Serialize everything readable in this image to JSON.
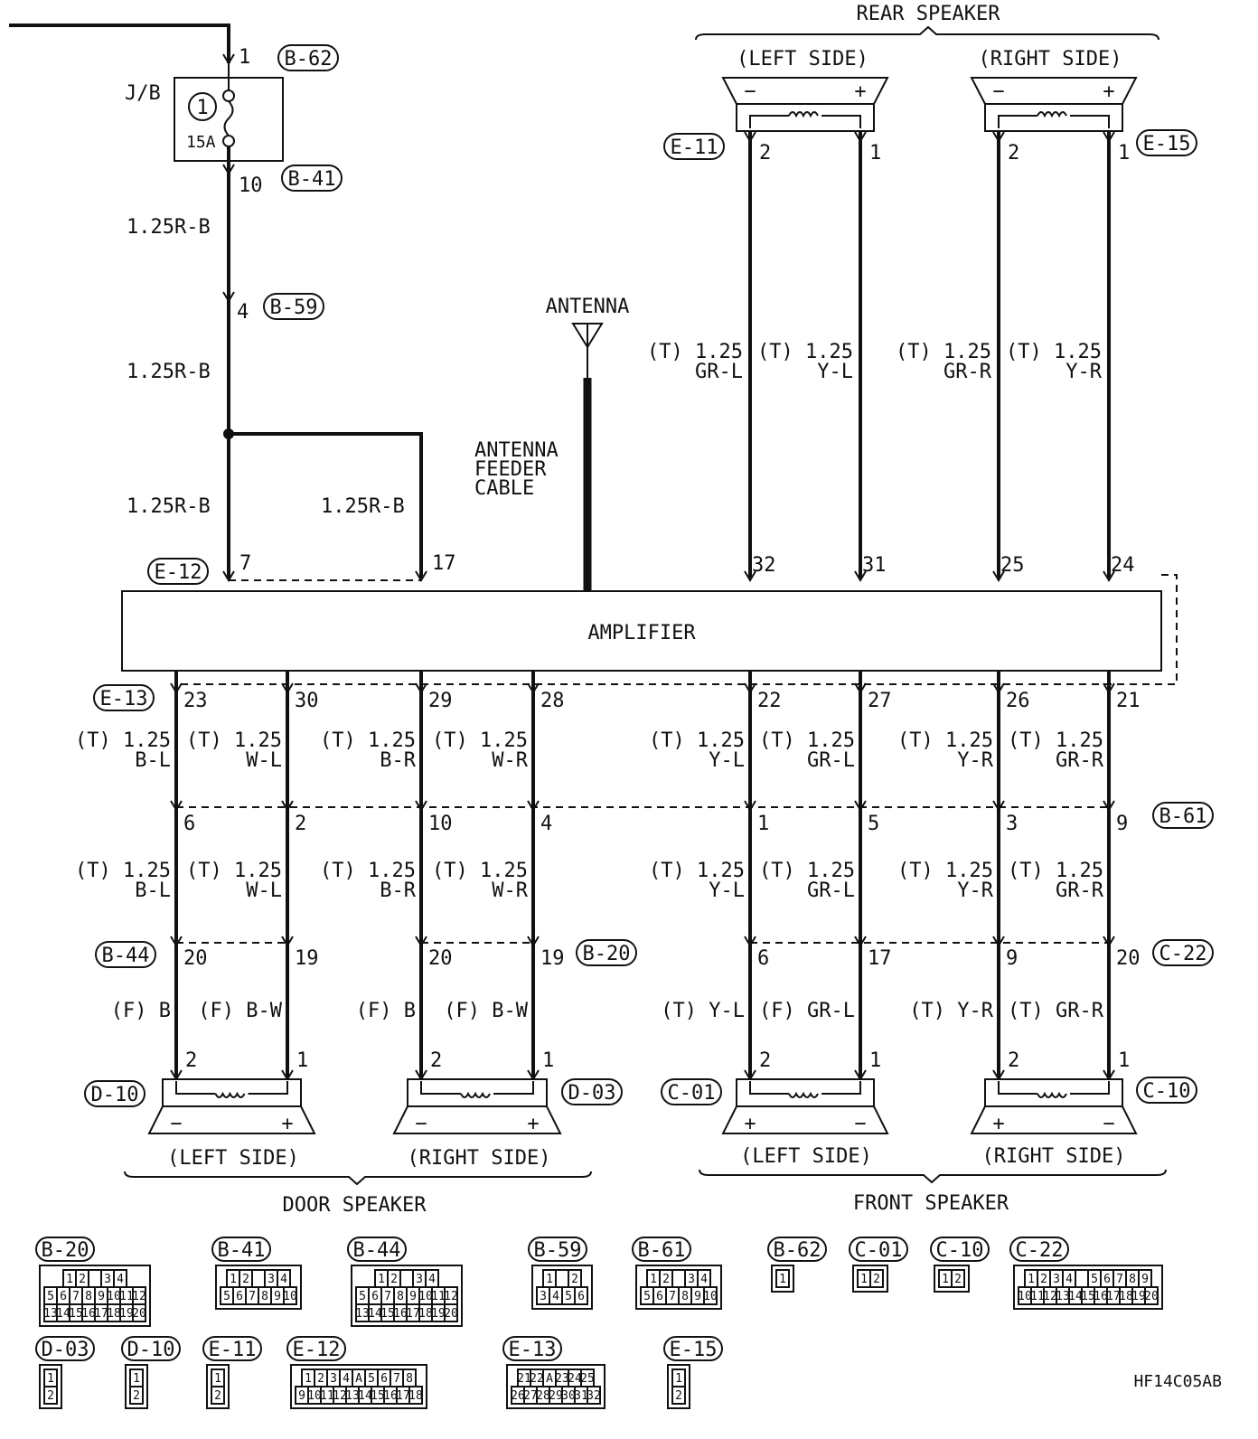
{
  "title_rear": "REAR SPEAKER",
  "title_door": "DOOR SPEAKER",
  "title_front": "FRONT SPEAKER",
  "side_left": "(LEFT SIDE)",
  "side_right": "(RIGHT SIDE)",
  "jb_label": "J/B",
  "fuse_num": "1",
  "fuse_rating": "15A",
  "antenna": "ANTENNA",
  "antenna_feeder": [
    "ANTENNA",
    "FEEDER",
    "CABLE"
  ],
  "amplifier": "AMPLIFIER",
  "wire_r_b": "1.25R-B",
  "code": "HF14C05AB",
  "minus": "−",
  "plus": "+",
  "power_pins": {
    "b62": "1",
    "b41": "10",
    "b59": "4",
    "e12_a": "7",
    "e12_b": "17"
  },
  "connector_tags": {
    "b62": "B-62",
    "b41": "B-41",
    "b59": "B-59",
    "e12": "E-12",
    "e13": "E-13",
    "e11": "E-11",
    "e15": "E-15",
    "b61": "B-61",
    "b44": "B-44",
    "b20": "B-20",
    "c22": "C-22",
    "d10": "D-10",
    "d03": "D-03",
    "c01": "C-01",
    "c10": "C-10"
  },
  "rear_wires": [
    {
      "spk": "2",
      "amp": "32",
      "t": "(T) 1.25",
      "c": "GR-L"
    },
    {
      "spk": "1",
      "amp": "31",
      "t": "(T) 1.25",
      "c": "Y-L"
    },
    {
      "spk": "2",
      "amp": "25",
      "t": "(T) 1.25",
      "c": "GR-R"
    },
    {
      "spk": "1",
      "amp": "24",
      "t": "(T) 1.25",
      "c": "Y-R"
    }
  ],
  "lower_wires": [
    {
      "amp": "23",
      "b61": "6",
      "mid": "20",
      "spk": "2",
      "t1": "(T) 1.25",
      "c1": "B-L",
      "t2": "(T) 1.25",
      "c2": "B-L",
      "b": "(F) B"
    },
    {
      "amp": "30",
      "b61": "2",
      "mid": "19",
      "spk": "1",
      "t1": "(T) 1.25",
      "c1": "W-L",
      "t2": "(T) 1.25",
      "c2": "W-L",
      "b": "(F) B-W"
    },
    {
      "amp": "29",
      "b61": "10",
      "mid": "20",
      "spk": "2",
      "t1": "(T) 1.25",
      "c1": "B-R",
      "t2": "(T) 1.25",
      "c2": "B-R",
      "b": "(F) B"
    },
    {
      "amp": "28",
      "b61": "4",
      "mid": "19",
      "spk": "1",
      "t1": "(T) 1.25",
      "c1": "W-R",
      "t2": "(T) 1.25",
      "c2": "W-R",
      "b": "(F) B-W"
    },
    {
      "amp": "22",
      "b61": "1",
      "mid": "6",
      "spk": "2",
      "t1": "(T) 1.25",
      "c1": "Y-L",
      "t2": "(T) 1.25",
      "c2": "Y-L",
      "b": "(T) Y-L"
    },
    {
      "amp": "27",
      "b61": "5",
      "mid": "17",
      "spk": "1",
      "t1": "(T) 1.25",
      "c1": "GR-L",
      "t2": "(T) 1.25",
      "c2": "GR-L",
      "b": "(F) GR-L"
    },
    {
      "amp": "26",
      "b61": "3",
      "mid": "9",
      "spk": "2",
      "t1": "(T) 1.25",
      "c1": "Y-R",
      "t2": "(T) 1.25",
      "c2": "Y-R",
      "b": "(T) Y-R"
    },
    {
      "amp": "21",
      "b61": "9",
      "mid": "20",
      "spk": "1",
      "t1": "(T) 1.25",
      "c1": "GR-R",
      "t2": "(T) 1.25",
      "c2": "GR-R",
      "b": "(T) GR-R"
    }
  ],
  "legend": [
    {
      "name": "B-20",
      "rows": [
        [
          "1",
          "2",
          "",
          "3",
          "4"
        ],
        [
          "5",
          "6",
          "7",
          "8",
          "9",
          "10",
          "11",
          "12"
        ],
        [
          "13",
          "14",
          "15",
          "16",
          "17",
          "18",
          "19",
          "20"
        ]
      ]
    },
    {
      "name": "B-41",
      "rows": [
        [
          "1",
          "2",
          "",
          "3",
          "4"
        ],
        [
          "5",
          "6",
          "7",
          "8",
          "9",
          "10"
        ]
      ]
    },
    {
      "name": "B-44",
      "rows": [
        [
          "1",
          "2",
          "",
          "3",
          "4"
        ],
        [
          "5",
          "6",
          "7",
          "8",
          "9",
          "10",
          "11",
          "12"
        ],
        [
          "13",
          "14",
          "15",
          "16",
          "17",
          "18",
          "19",
          "20"
        ]
      ]
    },
    {
      "name": "B-59",
      "rows": [
        [
          "1",
          "",
          "2"
        ],
        [
          "3",
          "4",
          "5",
          "6"
        ]
      ]
    },
    {
      "name": "B-61",
      "rows": [
        [
          "1",
          "2",
          "",
          "3",
          "4"
        ],
        [
          "5",
          "6",
          "7",
          "8",
          "9",
          "10"
        ]
      ]
    },
    {
      "name": "B-62",
      "rows": [
        [
          "1"
        ]
      ]
    },
    {
      "name": "C-01",
      "rows": [
        [
          "1",
          "2"
        ]
      ]
    },
    {
      "name": "C-10",
      "rows": [
        [
          "1",
          "2"
        ]
      ]
    },
    {
      "name": "C-22",
      "rows": [
        [
          "1",
          "2",
          "3",
          "4",
          "",
          "5",
          "6",
          "7",
          "8",
          "9"
        ],
        [
          "10",
          "11",
          "12",
          "13",
          "14",
          "15",
          "16",
          "17",
          "18",
          "19",
          "20"
        ]
      ]
    },
    {
      "name": "D-03",
      "rows": [
        [
          "1"
        ],
        [
          "2"
        ]
      ]
    },
    {
      "name": "D-10",
      "rows": [
        [
          "1"
        ],
        [
          "2"
        ]
      ]
    },
    {
      "name": "E-11",
      "rows": [
        [
          "1"
        ],
        [
          "2"
        ]
      ]
    },
    {
      "name": "E-12",
      "rows": [
        [
          "1",
          "2",
          "3",
          "4",
          "A",
          "5",
          "6",
          "7",
          "8"
        ],
        [
          "9",
          "10",
          "11",
          "12",
          "13",
          "14",
          "15",
          "16",
          "17",
          "18"
        ]
      ]
    },
    {
      "name": "E-13",
      "rows": [
        [
          "21",
          "22",
          "A",
          "23",
          "24",
          "25"
        ],
        [
          "26",
          "27",
          "28",
          "29",
          "30",
          "31",
          "32"
        ]
      ]
    },
    {
      "name": "E-15",
      "rows": [
        [
          "1"
        ],
        [
          "2"
        ]
      ]
    }
  ]
}
